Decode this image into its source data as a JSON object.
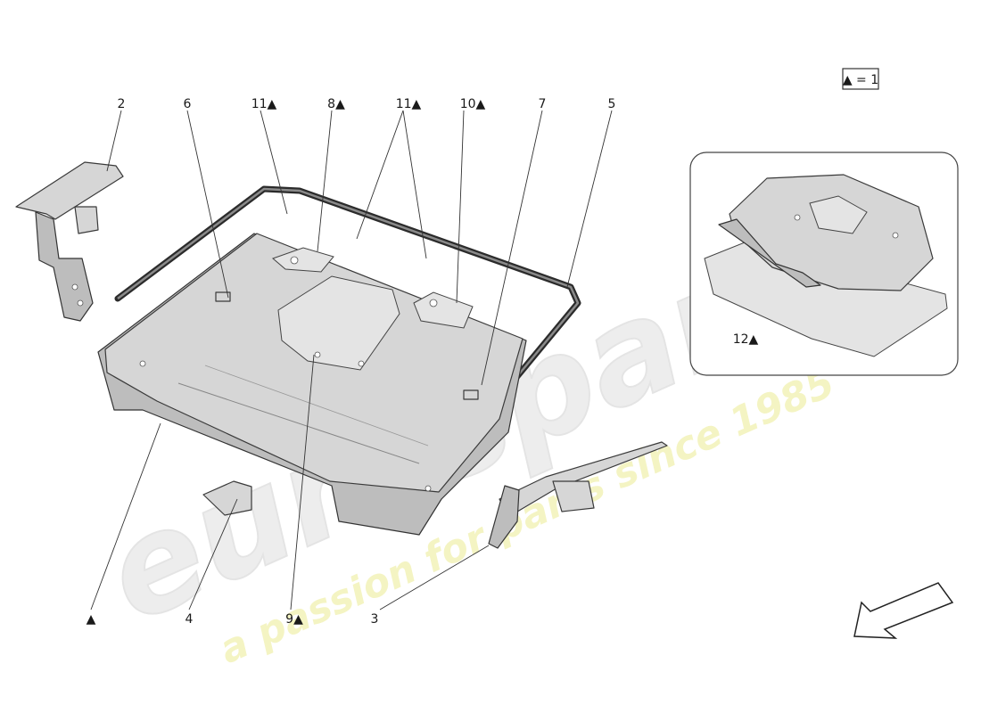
{
  "legend": {
    "text": "▲ = 1"
  },
  "callouts": [
    {
      "id": "2",
      "label": "2"
    },
    {
      "id": "6",
      "label": "6"
    },
    {
      "id": "11a",
      "label": "11▲"
    },
    {
      "id": "8",
      "label": "8▲"
    },
    {
      "id": "11b",
      "label": "11▲"
    },
    {
      "id": "10",
      "label": "10▲"
    },
    {
      "id": "7",
      "label": "7"
    },
    {
      "id": "5",
      "label": "5"
    },
    {
      "id": "12",
      "label": "12▲"
    },
    {
      "id": "tri",
      "label": "▲"
    },
    {
      "id": "4",
      "label": "4"
    },
    {
      "id": "9",
      "label": "9▲"
    },
    {
      "id": "3",
      "label": "3"
    }
  ],
  "watermark": {
    "brand": "eurospares",
    "tagline": "a passion for parts since 1985",
    "brand_color": "#e6e6e6",
    "tagline_color": "#f2f2b0"
  },
  "icons": {
    "direction": "direction-arrow-icon",
    "legend": "triangle-marker-icon"
  }
}
